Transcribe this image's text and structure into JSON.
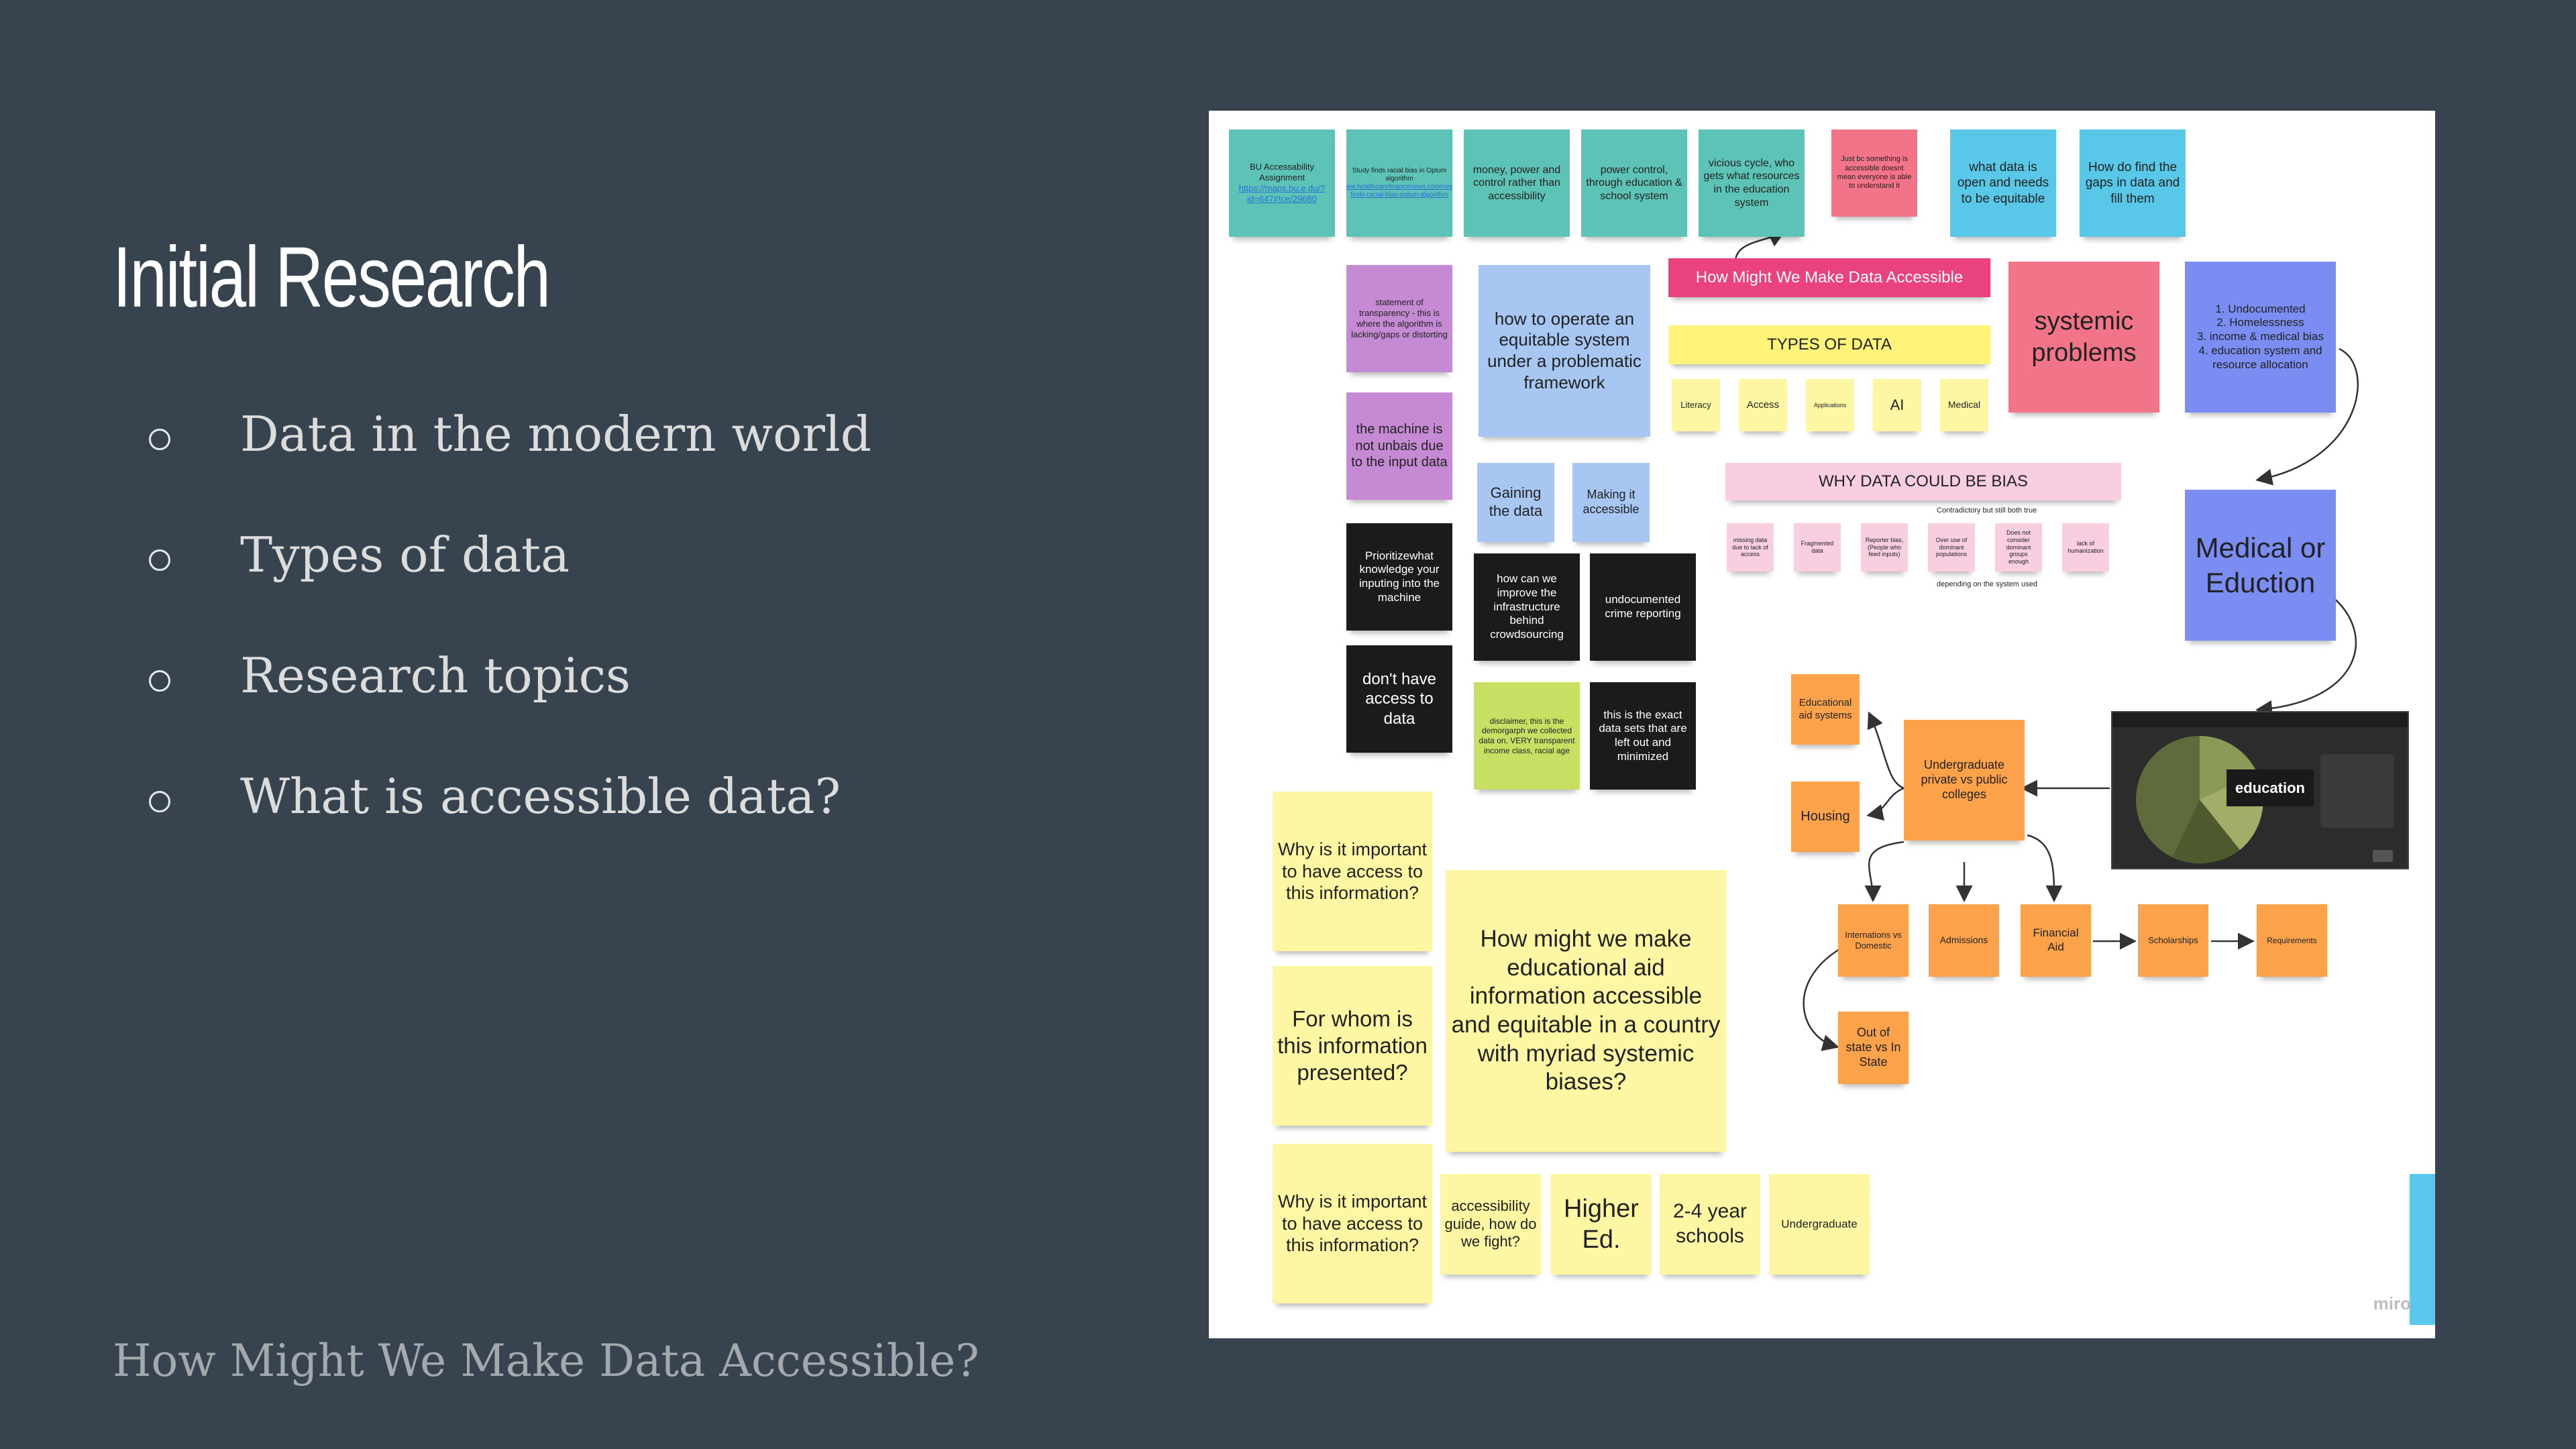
{
  "slide": {
    "title": "Initial Research",
    "bullets": [
      "Data in the modern world",
      "Types of data",
      "Research topics",
      "What is accessible data?"
    ],
    "footer": "How Might We Make Data Accessible?"
  },
  "board": {
    "watermark": "miro",
    "notes": {
      "bu": "BU Accessability Assignment",
      "bu_link": "https://maps.bu.e du/?id=647#!ce/29680",
      "study": "Study finds racial bias in Optum algorithm",
      "study_link": "https://www.healthcarefinancenews.com/news/study-finds-racial-bias-optum-algorithm",
      "money": "money, power and control rather than accessibility",
      "power": "power control, through education & school system",
      "vicious": "vicious cycle, who gets what resources in the education system",
      "justbc": "Just bc something is accessible doesnt mean everyone is able to understand it",
      "whatdata": "what data is open and needs to be equitable",
      "gaps": "How do find the gaps in data and fill them",
      "statement": "statement of transparency - this is where the algorithm is lacking/gaps or distorting",
      "operate": "how to operate an equitable system under a problematic framework",
      "hmw_header": "How Might We Make Data Accessible",
      "types_header": "TYPES OF DATA",
      "types": [
        "Literacy",
        "Access",
        "Applications",
        "AI",
        "Medical"
      ],
      "systemic": "systemic problems",
      "list": "1. Undocumented\n2. Homelessness\n3. income & medical bias\n4. education system and resource allocation",
      "machine": "the machine is not unbais due to the input data",
      "gaining": "Gaining the data",
      "making": "Making it accessible",
      "bias_header": "WHY DATA COULD BE BIAS",
      "bias_top": "Contradictory but still both true",
      "bias": [
        "missing data due to lack of access",
        "Fragmented data",
        "Reporter bias, (People who feed inputs)",
        "Over use of dominant populations",
        "Does not consider dominant groups enough",
        "lack of humanization"
      ],
      "bias_bottom": "depending on the system used",
      "medical": "Medical or Eduction",
      "prioritize": "Prioritizewhat knowledge your inputing into the machine",
      "improve": "how can we improve the infrastructure behind crowdsourcing",
      "undocumented": "undocumented crime reporting",
      "noaccess": "don't have access to data",
      "disclaimer": "disclaimer, this is the demorgarph we collected data on, VERY transparent income class, racial age",
      "exact": "this is the exact data sets that are left out and minimized",
      "edaid": "Educational aid systems",
      "housing": "Housing",
      "undergrad": "Undergraduate private vs public colleges",
      "thumb_label": "education",
      "intl": "Internations vs Domestic",
      "admissions": "Admissions",
      "finaid": "Financial Aid",
      "scholarships": "Scholarships",
      "requirements": "Requirements",
      "outofstate": "Out of state vs In State",
      "why1": "Why is it important to have access to this information?",
      "forwhom": "For whom is this information presented?",
      "why2": "Why is it important to have access to this information?",
      "big_hmw": "How might we make educational aid information accessible and equitable in a country with myriad systemic biases?",
      "guide": "accessibility guide, how do we fight?",
      "higher": "Higher Ed.",
      "twofour": "2-4 year schools",
      "undergraduate": "Undergraduate"
    }
  }
}
